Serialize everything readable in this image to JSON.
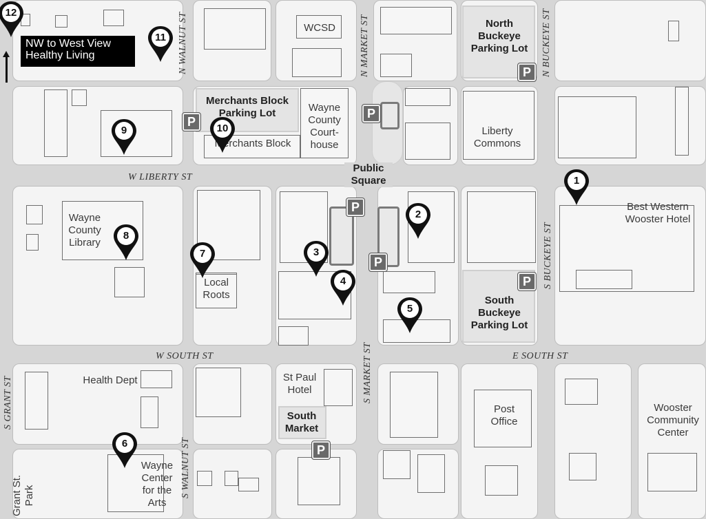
{
  "map": {
    "callout": "NW to West View\nHealthy Living",
    "markers": [
      "1",
      "2",
      "3",
      "4",
      "5",
      "6",
      "7",
      "8",
      "9",
      "10",
      "11",
      "12"
    ],
    "places": {
      "wcsd": "WCSD",
      "north_buckeye_lot": "North\nBuckeye\nParking Lot",
      "merchants_block_lot": "Merchants Block\nParking Lot",
      "wayne_courthouse": "Wayne\nCounty\nCourt-\nhouse",
      "merchants_block": "Merchants Block",
      "liberty_commons": "Liberty\nCommons",
      "public_square": "Public\nSquare",
      "wayne_library": "Wayne\nCounty\nLibrary",
      "best_western": "Best Western\nWooster Hotel",
      "local_roots": "Local\nRoots",
      "south_buckeye_lot": "South\nBuckeye\nParking Lot",
      "health_dept": "Health Dept",
      "st_paul_hotel": "St Paul\nHotel",
      "south_market": "South\nMarket",
      "post_office": "Post\nOffice",
      "wooster_community_center": "Wooster\nCommunity\nCenter",
      "wayne_center_arts": "Wayne\nCenter\nfor the\nArts",
      "grant_st_park": "Grant St.\nPark"
    },
    "streets": {
      "n_walnut": "N WALNUT ST",
      "n_market": "N MARKET ST",
      "n_buckeye": "N BUCKEYE ST",
      "w_liberty": "W LIBERTY ST",
      "s_buckeye": "S BUCKEYE ST",
      "w_south": "W SOUTH ST",
      "e_south": "E SOUTH ST",
      "s_market": "S MARKET ST",
      "s_grant": "S GRANT ST",
      "s_walnut": "S WALNUT ST"
    },
    "parking_symbol": "P"
  }
}
